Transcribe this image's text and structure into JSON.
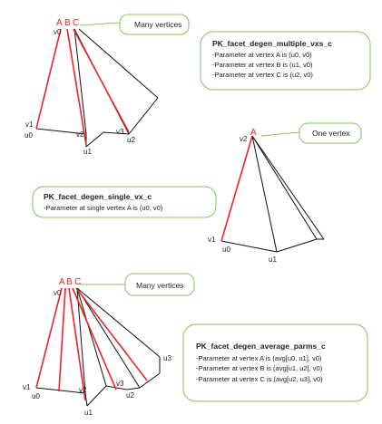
{
  "colors": {
    "accent": "#e8262b",
    "box_border": "#8dc15a",
    "line": "#111111"
  },
  "diagram1": {
    "top_labels": [
      "A",
      "B",
      "C"
    ],
    "vertex_labels": {
      "v0": "v0",
      "v1": "v1",
      "u0": "u0",
      "v2": "v2",
      "u1": "u1",
      "v3": "v3",
      "u2": "u2"
    },
    "callout": "Many vertices",
    "box": {
      "title": "PK_facet_degen_multiple_vxs_c",
      "lines": [
        "-Parameter at vertex A is (u0, v0)",
        "-Parameter at vertex B is (u1, v0)",
        "-Parameter at vertex C is (u2, v0)"
      ]
    }
  },
  "diagram2": {
    "top_label": "A",
    "vertex_labels": {
      "v2": "v2",
      "v1": "v1",
      "u0": "u0",
      "u1": "u1"
    },
    "callout": "One vertex",
    "box": {
      "title": "PK_facet_degen_single_vx_c",
      "lines": [
        "-Parameter at single vertex A is (u0, v0)"
      ]
    }
  },
  "diagram3": {
    "top_labels": [
      "A",
      "B",
      "C"
    ],
    "vertex_labels": {
      "v0": "v0",
      "v1": "v1",
      "u0": "u0",
      "v2": "v2",
      "u1": "u1",
      "v3": "v3",
      "u2": "u2",
      "u3": "u3"
    },
    "callout": "Many vertices",
    "box": {
      "title": "PK_facet_degen_average_parms_c",
      "lines": [
        "-Parameter at vertex A is (avg[u0, u1], v0)",
        "-Parameter at vertex B is (avg[u1, u2], v0)",
        "-Parameter at vertex C is (avg[u2, u3], v0)"
      ]
    }
  }
}
